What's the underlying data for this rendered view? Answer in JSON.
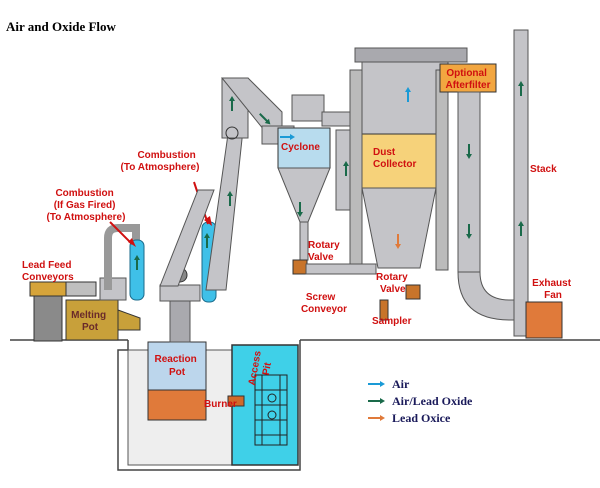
{
  "title": "Air and Oxide Flow",
  "labels": {
    "combustion_atm": [
      "Combustion",
      "(To Atmosphere)"
    ],
    "combustion_gas": [
      "Combustion",
      "(If Gas Fired)",
      "(To Atmosphere)"
    ],
    "lead_feed": [
      "Lead Feed",
      "Conveyors"
    ],
    "melting_pot": [
      "Melting",
      "Pot"
    ],
    "reaction_pot": [
      "Reaction",
      "Pot"
    ],
    "access_pit": [
      "Access",
      "Pit"
    ],
    "burner": "Burner",
    "cyclone": "Cyclone",
    "dust_collector": [
      "Dust",
      "Collector"
    ],
    "optional_afterfilter": [
      "Optional",
      "Afterfilter"
    ],
    "stack": "Stack",
    "rotary_valve_1": [
      "Rotary",
      "Valve"
    ],
    "rotary_valve_2": [
      "Rotary",
      "Valve"
    ],
    "screw_conveyor": [
      "Screw",
      "Conveyor"
    ],
    "sampler": "Sampler",
    "exhaust_fan": [
      "Exhaust",
      "Fan"
    ]
  },
  "legend": [
    {
      "label": "Air",
      "color": "#1a9ad6"
    },
    {
      "label": "Air/Lead Oxide",
      "color": "#1a6a4a"
    },
    {
      "label": "Lead Oxice",
      "color": "#e07a3a"
    }
  ],
  "colors": {
    "duct": "#c4c4c8",
    "pit_water": "#3fd0e8",
    "cyclone_top": "#b8dcee",
    "collector": "#f6d27a",
    "afterfilter": "#f2a640",
    "oxide": "#e07a3a",
    "label_red": "#d01010"
  }
}
